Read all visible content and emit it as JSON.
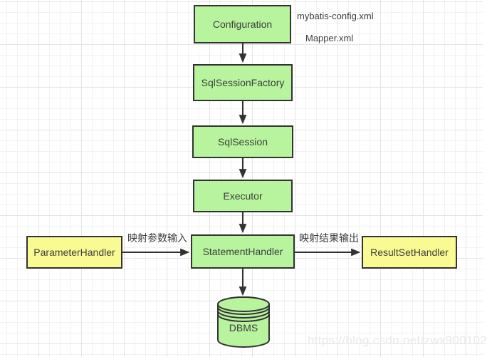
{
  "diagram": {
    "nodes": {
      "configuration": {
        "label": "Configuration"
      },
      "sql_session_factory": {
        "label": "SqlSessionFactory"
      },
      "sql_session": {
        "label": "SqlSession"
      },
      "executor": {
        "label": "Executor"
      },
      "statement_handler": {
        "label": "StatementHandler"
      },
      "parameter_handler": {
        "label": "ParameterHandler"
      },
      "result_set_handler": {
        "label": "ResultSetHandler"
      },
      "dbms": {
        "label": "DBMS"
      }
    },
    "annotations": {
      "config_file": "mybatis-config.xml",
      "mapper_file": "Mapper.xml",
      "param_input": "映射参数输入",
      "result_output": "映射结果输出"
    },
    "edges": [
      {
        "from": "configuration",
        "to": "sql_session_factory"
      },
      {
        "from": "sql_session_factory",
        "to": "sql_session"
      },
      {
        "from": "sql_session",
        "to": "executor"
      },
      {
        "from": "executor",
        "to": "statement_handler"
      },
      {
        "from": "parameter_handler",
        "to": "statement_handler",
        "label": "映射参数输入"
      },
      {
        "from": "statement_handler",
        "to": "result_set_handler",
        "label": "映射结果输出"
      },
      {
        "from": "statement_handler",
        "to": "dbms"
      }
    ],
    "watermark": "https://blog.csdn.net/zwx900102",
    "colors": {
      "node_green": "#b8f49e",
      "node_yellow": "#fafa93",
      "border": "#333333",
      "arrow": "#333333",
      "text": "#3d3d3d",
      "grid_minor": "#f2f2f4",
      "grid_major": "#e4e4e8",
      "watermark": "#e9e9ec"
    }
  }
}
